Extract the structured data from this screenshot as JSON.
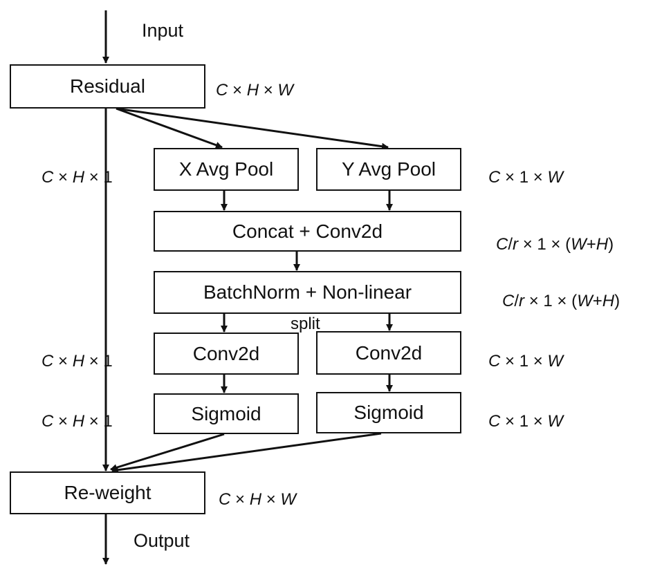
{
  "flow": {
    "input_label": "Input",
    "output_label": "Output",
    "split_label": "split"
  },
  "blocks": {
    "residual": "Residual",
    "x_avg_pool": "X Avg Pool",
    "y_avg_pool": "Y Avg Pool",
    "concat_conv2d": "Concat + Conv2d",
    "batchnorm_nonlinear": "BatchNorm + Non-linear",
    "conv2d_left": "Conv2d",
    "conv2d_right": "Conv2d",
    "sigmoid_left": "Sigmoid",
    "sigmoid_right": "Sigmoid",
    "reweight": "Re-weight"
  },
  "dimensions": {
    "residual": "C × H × W",
    "left_pool": "C × H × 1",
    "right_pool": "C × 1 × W",
    "concat": "C/r × 1 × (W+H)",
    "batchnorm": "C/r × 1 × (W+H)",
    "left_conv": "C × H × 1",
    "right_conv": "C × 1 × W",
    "left_sigmoid": "C × H × 1",
    "right_sigmoid": "C × 1 × W",
    "reweight": "C × H × W"
  }
}
